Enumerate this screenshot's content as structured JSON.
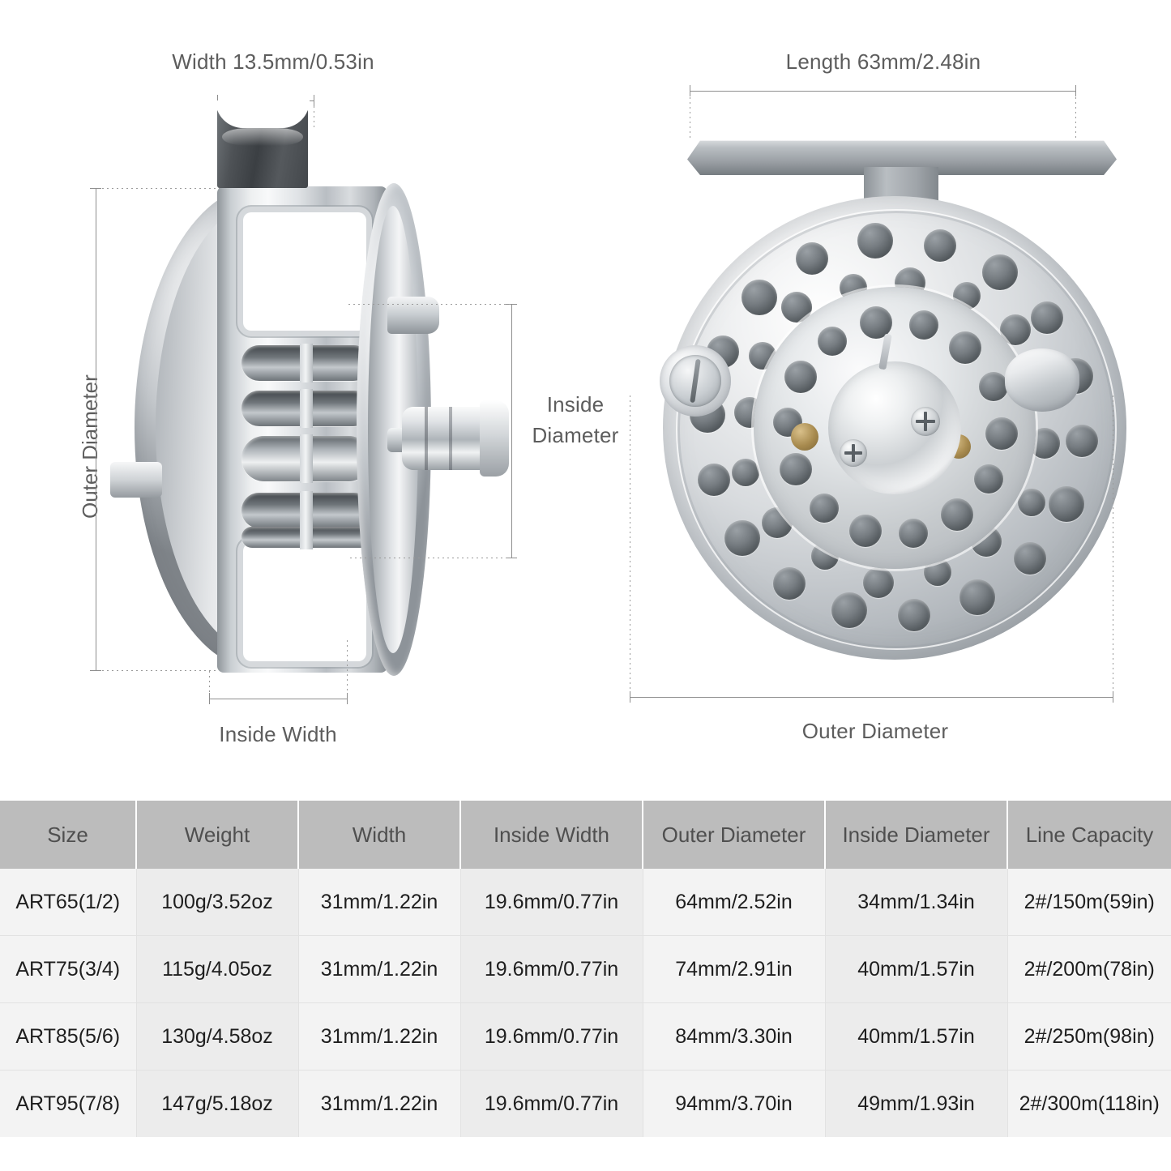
{
  "annotations": {
    "width_top": "Width  13.5mm/0.53in",
    "length_top": "Length  63mm/2.48in",
    "outer_diameter_left": "Outer Diameter",
    "inside_diameter_line1": "Inside",
    "inside_diameter_line2": "Diameter",
    "inside_width_bottom": "Inside Width",
    "outer_diameter_bottom": "Outer Diameter"
  },
  "table": {
    "headers": [
      "Size",
      "Weight",
      "Width",
      "Inside Width",
      "Outer Diameter",
      "Inside Diameter",
      "Line Capacity"
    ],
    "rows": [
      [
        "ART65(1/2)",
        "100g/3.52oz",
        "31mm/1.22in",
        "19.6mm/0.77in",
        "64mm/2.52in",
        "34mm/1.34in",
        "2#/150m(59in)"
      ],
      [
        "ART75(3/4)",
        "115g/4.05oz",
        "31mm/1.22in",
        "19.6mm/0.77in",
        "74mm/2.91in",
        "40mm/1.57in",
        "2#/200m(78in)"
      ],
      [
        "ART85(5/6)",
        "130g/4.58oz",
        "31mm/1.22in",
        "19.6mm/0.77in",
        "84mm/3.30in",
        "40mm/1.57in",
        "2#/250m(98in)"
      ],
      [
        "ART95(7/8)",
        "147g/5.18oz",
        "31mm/1.22in",
        "19.6mm/0.77in",
        "94mm/3.70in",
        "49mm/1.93in",
        "2#/300m(118in)"
      ]
    ]
  },
  "colors": {
    "background": "#ffffff",
    "annotation_text": "#5d5d5d",
    "dimension_line": "#8e8e8e",
    "table_header_bg": "#bcbcbc",
    "table_header_text": "#4f4f4f",
    "table_cell_bg_odd": "#f3f3f3",
    "table_cell_bg_even": "#ececec",
    "table_cell_text": "#1e1e1e",
    "metal_light": "#f2f4f5",
    "metal_mid": "#b6bbc0",
    "metal_dark": "#7e8388",
    "foot_dark": "#43474b"
  }
}
